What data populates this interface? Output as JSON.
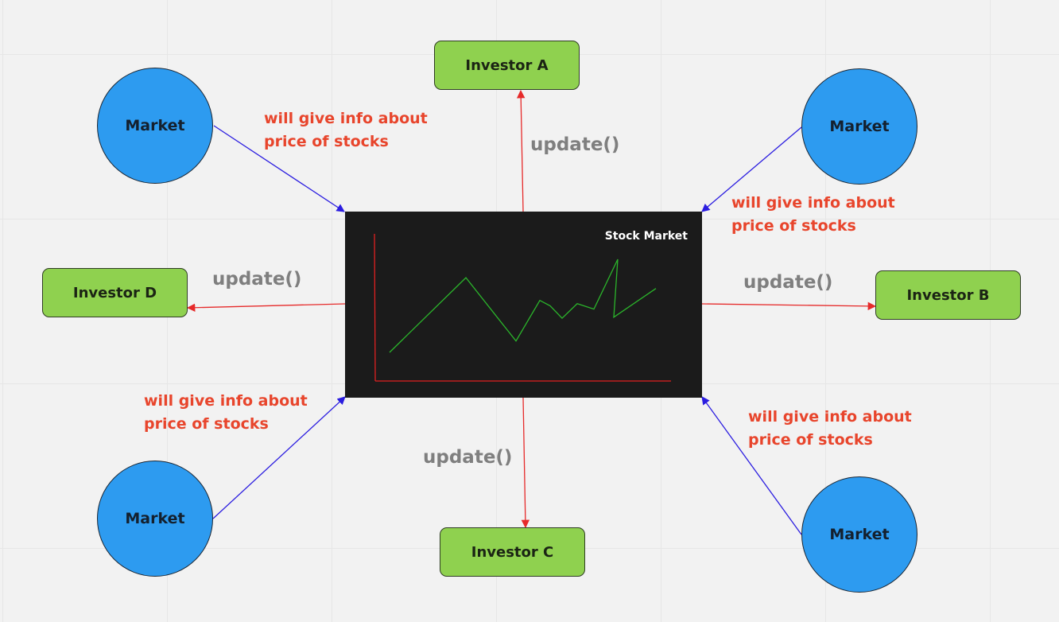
{
  "colors": {
    "market_fill": "#2d9bf0",
    "investor_fill": "#8fd14f",
    "note_text": "#e8452c",
    "method_text": "#7f7f7f",
    "market_link": "#2b1de0",
    "update_link": "#e62a2a",
    "board_bg": "#1b1b1b",
    "chart_line": "#2bb52b",
    "chart_axis": "#e02020"
  },
  "markets": {
    "top_left": "Market",
    "top_right": "Market",
    "bottom_left": "Market",
    "bottom_right": "Market"
  },
  "investors": {
    "a": "Investor A",
    "b": "Investor B",
    "c": "Investor C",
    "d": "Investor D"
  },
  "notes": {
    "top_left": {
      "line1": "will give info about",
      "line2": "price of stocks"
    },
    "top_right": {
      "line1": "will give info about",
      "line2": "price of stocks"
    },
    "bottom_left": {
      "line1": "will give info about",
      "line2": "price of stocks"
    },
    "bottom_right": {
      "line1": "will give info about",
      "line2": "price of stocks"
    }
  },
  "methods": {
    "top": "update()",
    "left": "update()",
    "right": "update()",
    "bottom": "update()"
  },
  "board": {
    "title": "Stock Market"
  },
  "sparkline": [
    {
      "step": 0,
      "price": 2.8
    },
    {
      "step": 1,
      "price": 16.6
    },
    {
      "step": 2,
      "price": 4.9
    },
    {
      "step": 3,
      "price": 12.4
    },
    {
      "step": 4,
      "price": 11.4
    },
    {
      "step": 5,
      "price": 9.1
    },
    {
      "step": 6,
      "price": 11.8
    },
    {
      "step": 7,
      "price": 10.8
    },
    {
      "step": 8,
      "price": 20
    },
    {
      "step": 9,
      "price": 9.3
    },
    {
      "step": 10,
      "price": 14.6
    }
  ]
}
